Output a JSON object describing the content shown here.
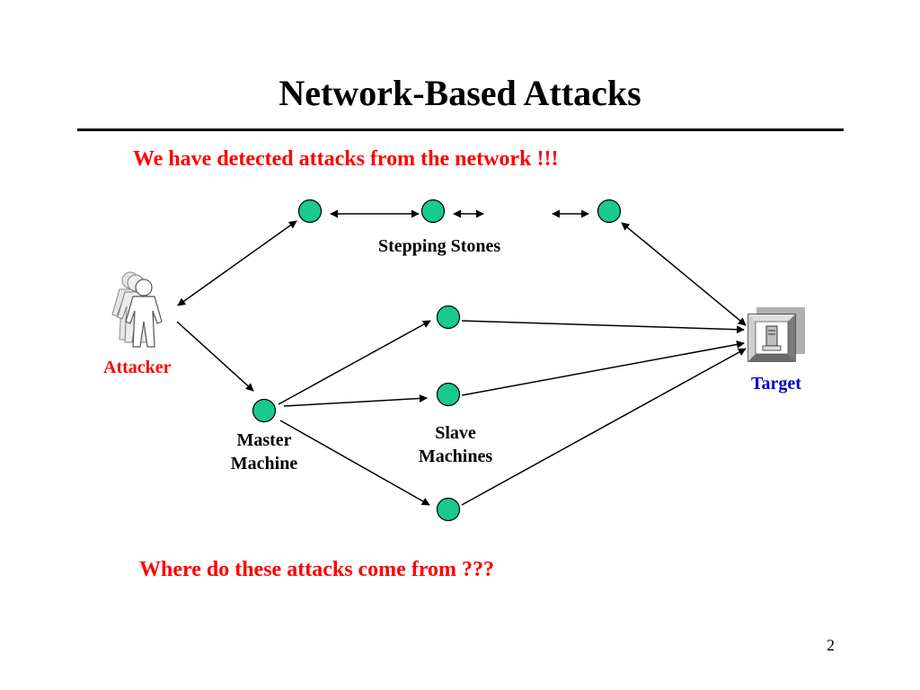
{
  "slide": {
    "title": "Network-Based Attacks",
    "subtitle": "We have detected attacks from the network !!!",
    "question": "Where do these attacks come from ???",
    "page_number": "2"
  },
  "labels": {
    "stepping_stones": "Stepping Stones",
    "attacker": "Attacker",
    "target": "Target",
    "master_line1": "Master",
    "master_line2": "Machine",
    "slave_line1": "Slave",
    "slave_line2": "Machines"
  },
  "colors": {
    "node_fill": "#19c98f",
    "headline_red": "#ff0000",
    "target_blue": "#0000cc"
  },
  "icons": {
    "attacker": "person-figures-icon",
    "target": "server-computer-icon"
  }
}
